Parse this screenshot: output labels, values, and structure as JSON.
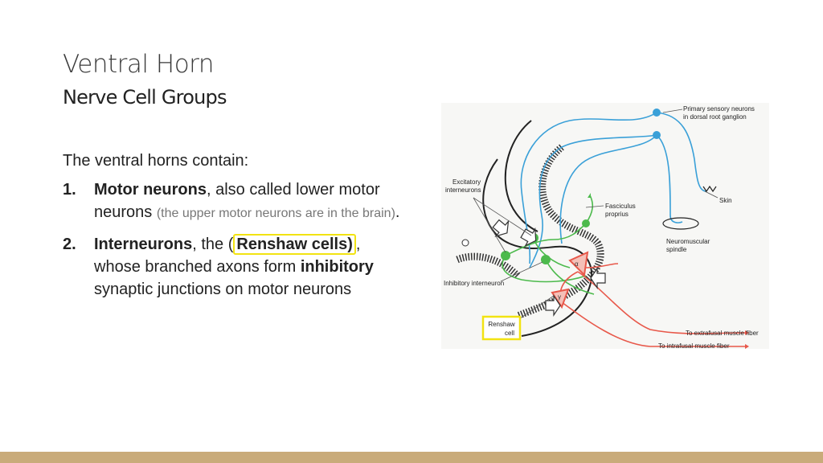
{
  "title": "Ventral Horn",
  "subtitle": "Nerve Cell Groups",
  "intro": "The ventral horns contain:",
  "items": [
    {
      "number": "1.",
      "bold": "Motor neurons",
      "text": ", also called lower motor neurons ",
      "note": "(the upper motor neurons are in the brain)",
      "end": "."
    },
    {
      "number": "2.",
      "bold": "Interneurons",
      "text_a": ", the (",
      "highlight": "Renshaw cells)",
      "text_b": ", whose branched axons form ",
      "bold2": "inhibitory",
      "text_c": " synaptic junctions on motor neurons"
    }
  ],
  "diagram": {
    "labels": {
      "sensory_1": "Primary sensory neurons",
      "sensory_2": "in dorsal root ganglion",
      "excitatory_1": "Excitatory",
      "excitatory_2": "interneurons",
      "fasciculus_1": "Fasciculus",
      "fasciculus_2": "proprius",
      "skin": "Skin",
      "spindle_1": "Neuromuscular",
      "spindle_2": "spindle",
      "inhibitory": "Inhibitory interneuron",
      "renshaw_1": "Renshaw",
      "renshaw_2": "cell",
      "extrafusal": "To extrafusal muscle fiber",
      "intrafusal": "To intrafusal muscle fiber",
      "alpha": "α",
      "gamma": "γ"
    },
    "colors": {
      "sensory": "#3aa0d8",
      "interneuron": "#4cba4c",
      "motor": "#e8584a",
      "highlight": "#f2e312"
    }
  }
}
